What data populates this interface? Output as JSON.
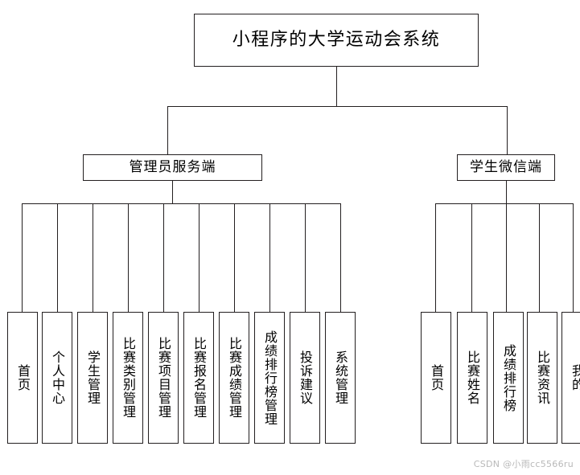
{
  "diagram": {
    "type": "organization-tree",
    "title_node": {
      "label": "小程序的大学运动会系统"
    },
    "branches": [
      {
        "id": "admin",
        "label": "管理员服务端",
        "leaves": [
          {
            "label": "首页"
          },
          {
            "label": "个人中心"
          },
          {
            "label": "学生管理"
          },
          {
            "label": "比赛类别管理"
          },
          {
            "label": "比赛项目管理"
          },
          {
            "label": "比赛报名管理"
          },
          {
            "label": "比赛成绩管理"
          },
          {
            "label": "成绩排行榜管理"
          },
          {
            "label": "投诉建议"
          },
          {
            "label": "系统管理"
          }
        ]
      },
      {
        "id": "student",
        "label": "学生微信端",
        "leaves": [
          {
            "label": "首页"
          },
          {
            "label": "比赛姓名"
          },
          {
            "label": "成绩排行榜"
          },
          {
            "label": "比赛资讯"
          },
          {
            "label": "我的"
          }
        ]
      }
    ]
  },
  "watermark": {
    "text": "CSDN @小雨cc5566ru"
  },
  "colors": {
    "line": "#231f20",
    "box_border": "#231f20",
    "background": "#ffffff",
    "text": "#000000",
    "watermark": "#b9b9b9"
  }
}
